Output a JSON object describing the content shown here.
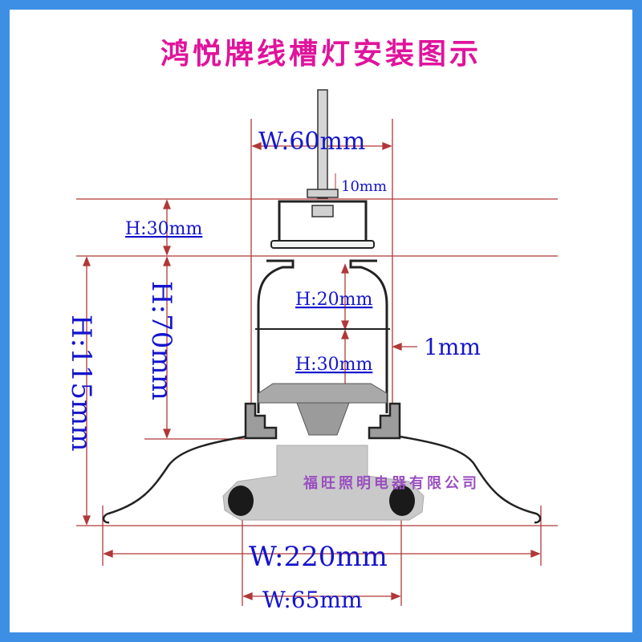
{
  "title": "鸿悦牌线槽灯安装图示",
  "watermark": "福旺照明电器有限公司",
  "dimensions": {
    "top_width": "W:60mm",
    "rod": "10mm",
    "bracket_height": "H:30mm",
    "body_height": "H:70mm",
    "total_height": "H:115mm",
    "upper_inner": "H:20mm",
    "lower_inner": "H:30mm",
    "wall": "1mm",
    "reflector_width": "W:220mm",
    "bottom_width": "W:65mm"
  },
  "colors": {
    "border": "#3d8fe6",
    "title": "#e0139c",
    "dim_text": "#1515cc",
    "dim_line": "#b03838",
    "watermark": "#9a4fc0"
  }
}
